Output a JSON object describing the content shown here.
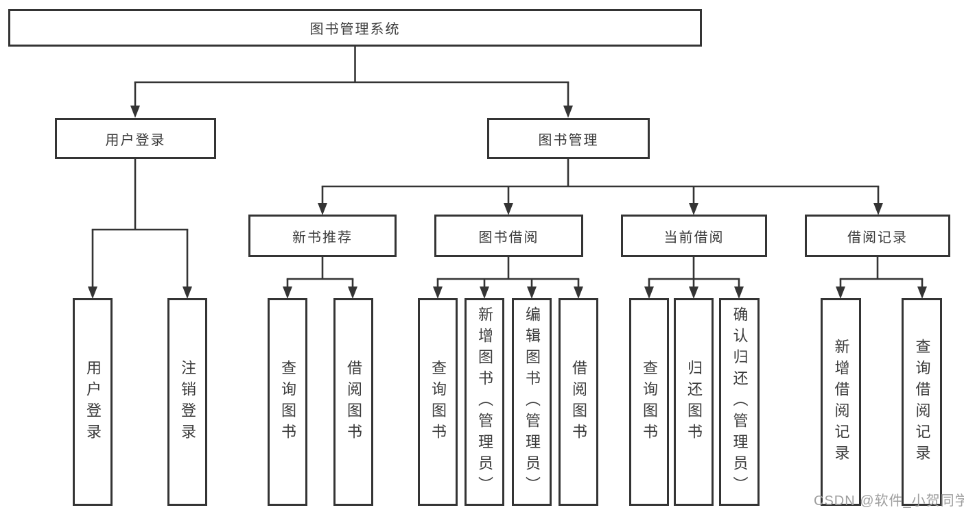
{
  "diagram": {
    "root": {
      "label": "图书管理系统"
    },
    "branches": [
      {
        "label": "用户登录",
        "children_labels": [
          "用户登录",
          "注销登录"
        ]
      },
      {
        "label": "图书管理",
        "groups": [
          {
            "label": "新书推荐",
            "children": [
              "查询图书",
              "借阅图书"
            ]
          },
          {
            "label": "图书借阅",
            "children": [
              "查询图书",
              "新增图书（管理员）",
              "编辑图书（管理员）",
              "借阅图书"
            ]
          },
          {
            "label": "当前借阅",
            "children": [
              "查询图书",
              "归还图书",
              "确认归还（管理员）"
            ]
          },
          {
            "label": "借阅记录",
            "children": [
              "新增借阅记录",
              "查询借阅记录"
            ]
          }
        ]
      }
    ]
  },
  "watermark": {
    "text": "CSDN @软件_小贺同学"
  },
  "colors": {
    "line": "#343434",
    "text": "#3b3b3b",
    "box_background": "#ffffff",
    "watermark": "#9e9e9e"
  }
}
